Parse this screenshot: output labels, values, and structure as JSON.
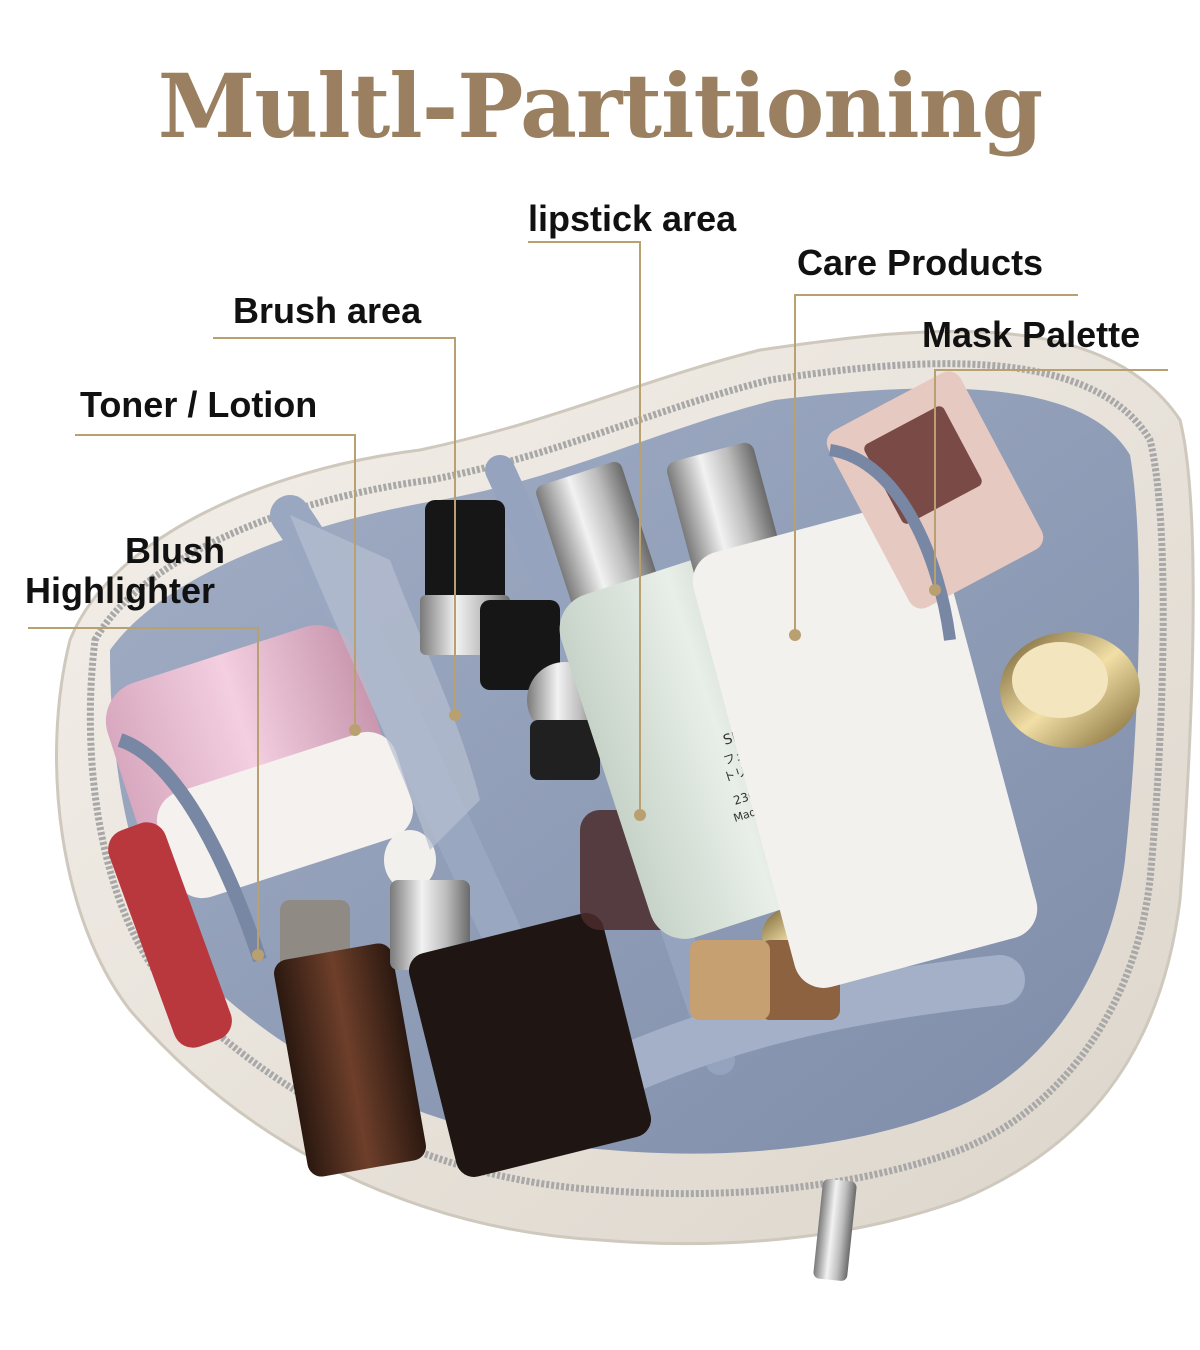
{
  "title": "Multl-Partitioning",
  "colors": {
    "title": "#9a8060",
    "leader_line": "#b9a070",
    "label_text": "#111111",
    "bag_exterior": "#ece6de",
    "bag_lining": "#8d9bb6"
  },
  "labels": {
    "lipstick": "lipstick area",
    "care": "Care Products",
    "brush": "Brush area",
    "mask": "Mask Palette",
    "toner": "Toner / Lotion",
    "blush": "Blush",
    "highlighter": "Highlighter"
  },
  "items": {
    "bottle_left": {
      "line1": "SK-II",
      "line2": "フェイシャル",
      "line3": "トリートメント",
      "volume": "230mL",
      "origin": "Made in Japan"
    }
  }
}
